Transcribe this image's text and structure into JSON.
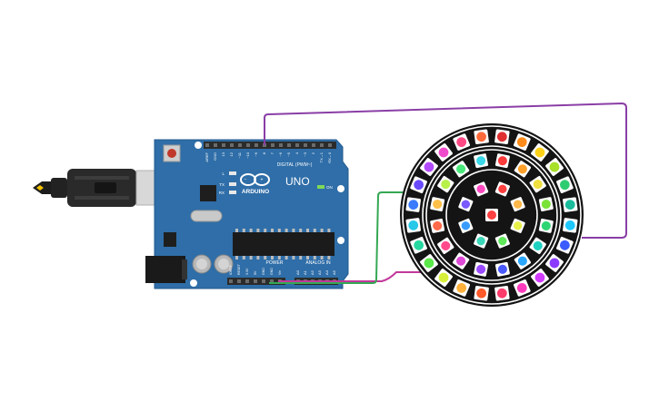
{
  "board": {
    "name": "UNO",
    "brand": "ARDUINO",
    "digital_header_label": "DIGITAL (PWM~)",
    "power_label": "POWER",
    "analog_label": "ANALOG IN",
    "on_label": "ON",
    "led_labels": [
      "L",
      "TX",
      "RX"
    ],
    "top_pin_labels": [
      "AREF",
      "GND",
      "13",
      "12",
      "~11",
      "~10",
      "~9",
      "8",
      "7",
      "~6",
      "~5",
      "4",
      "~3",
      "2",
      "TX→1",
      "RX←0"
    ],
    "power_pin_labels": [
      "IOREF",
      "RESET",
      "3.3V",
      "5V",
      "GND",
      "GND",
      "Vin"
    ],
    "analog_pin_labels": [
      "A0",
      "A1",
      "A2",
      "A3",
      "A4",
      "A5"
    ],
    "body_color": "#2f6ea8",
    "header_color": "#2b2b2b"
  },
  "rings": {
    "outer_colors": [
      "#e03030",
      "#ff8c1a",
      "#ffd21a",
      "#a8e02a",
      "#2ecc71",
      "#1abc9c",
      "#1ec8ff",
      "#3b5bff",
      "#8b3bff",
      "#d13bff",
      "#ff3bbd",
      "#ff3b6b",
      "#ff5a2a",
      "#ffb13b",
      "#d8f03b",
      "#5be84a",
      "#27d8a0",
      "#28c8e8",
      "#3a7bff",
      "#6a4aff",
      "#b24aff",
      "#f04acc",
      "#ff4a86",
      "#ff6a3a"
    ],
    "middle_colors": [
      "#ff3b3b",
      "#ffa02a",
      "#f0e040",
      "#7be23a",
      "#2ed573",
      "#1fd1c1",
      "#2aa7ff",
      "#4a5aff",
      "#9a4aff",
      "#e04ad8",
      "#ff4a8c",
      "#ff6a4a",
      "#ffc04a",
      "#b8f04a",
      "#4ae87a",
      "#3ad8e8"
    ],
    "inner_colors": [
      "#ff4040",
      "#ffb84a",
      "#e8f04a",
      "#5ee85a",
      "#3ad8b8",
      "#3a9cff",
      "#7a5aff",
      "#ff4ac0"
    ],
    "center_color": "#ff4040",
    "pcb_color": "#141414",
    "ring_color": "#ffffff"
  },
  "wires": [
    {
      "name": "data-wire",
      "color": "#8a3ea6"
    },
    {
      "name": "power-wire",
      "color": "#c2389a"
    },
    {
      "name": "ground-wire",
      "color": "#34a853"
    }
  ]
}
